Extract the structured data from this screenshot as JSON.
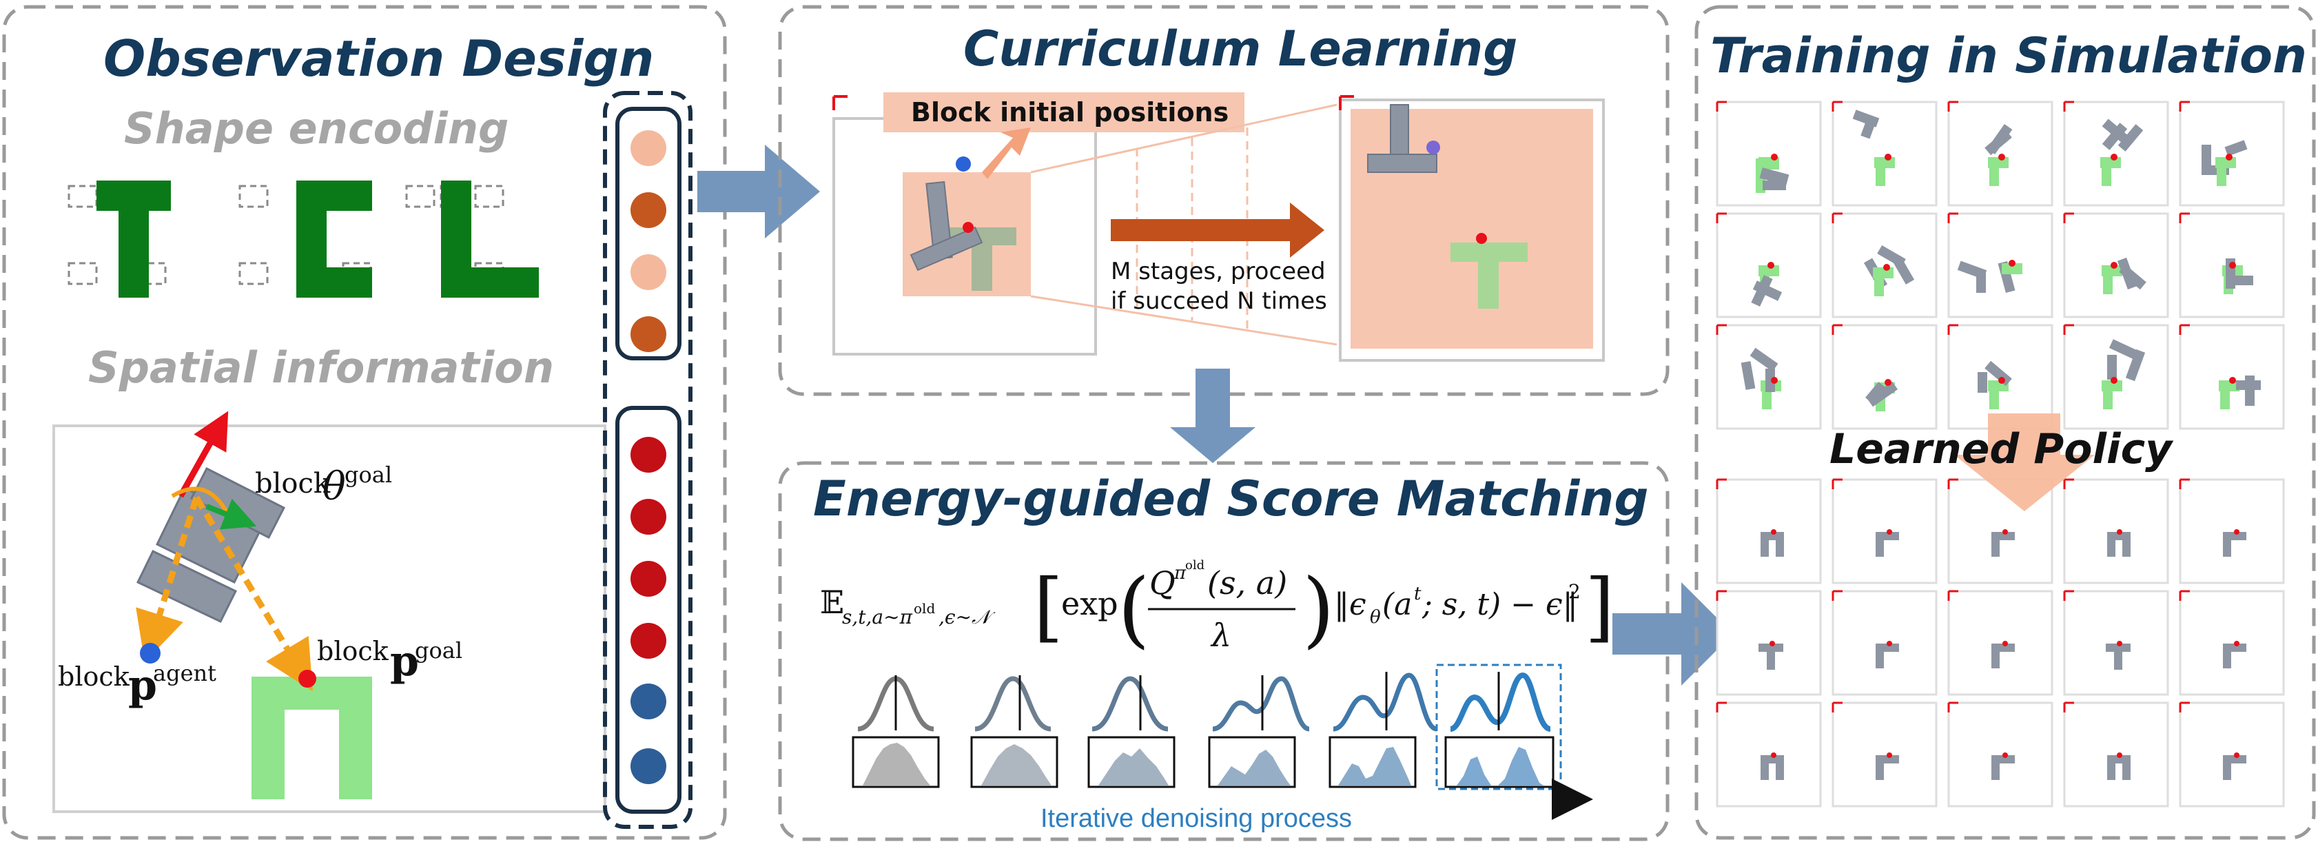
{
  "panels": {
    "observation": {
      "title": "Observation Design",
      "shape_heading": "Shape encoding",
      "spatial_heading": "Spatial information",
      "label_theta_goal": "block θ goal",
      "label_p_agent": "block p agent",
      "label_p_goal": "block p goal"
    },
    "curriculum": {
      "title": "Curriculum Learning",
      "block_label": "Block initial positions",
      "stage_line1": "M stages, proceed",
      "stage_line2": "if succeed N times"
    },
    "energy": {
      "title": "Energy-guided Score Matching",
      "formula": "E_{s,t,a~π^old,ε~N} [ exp( Q^{π^old}(s,a) / λ ) ‖ε_θ(a^t; s,t) − ε‖² ]",
      "process_label": "Iterative denoising process"
    },
    "training": {
      "title": "Training in Simulation",
      "policy_label": "Learned Policy"
    }
  },
  "colors": {
    "title": "#143a5c",
    "subtitle": "#a6a6a6",
    "arrow_blue": "#7496bd",
    "shape_green": "#0a7a18",
    "goal_green": "#8fe48c",
    "block_gray": "#8d95a2",
    "salmon": "#f7c6b0",
    "curriculum_arrow": "#c1501c",
    "token_light": "#f4b99c",
    "token_orange": "#c4571f",
    "token_red": "#c30f16",
    "token_blue": "#2e5e97",
    "process_blue": "#2d7fc1"
  },
  "icons": {
    "token_dot": "circle",
    "flow_arrow": "block-arrow"
  }
}
